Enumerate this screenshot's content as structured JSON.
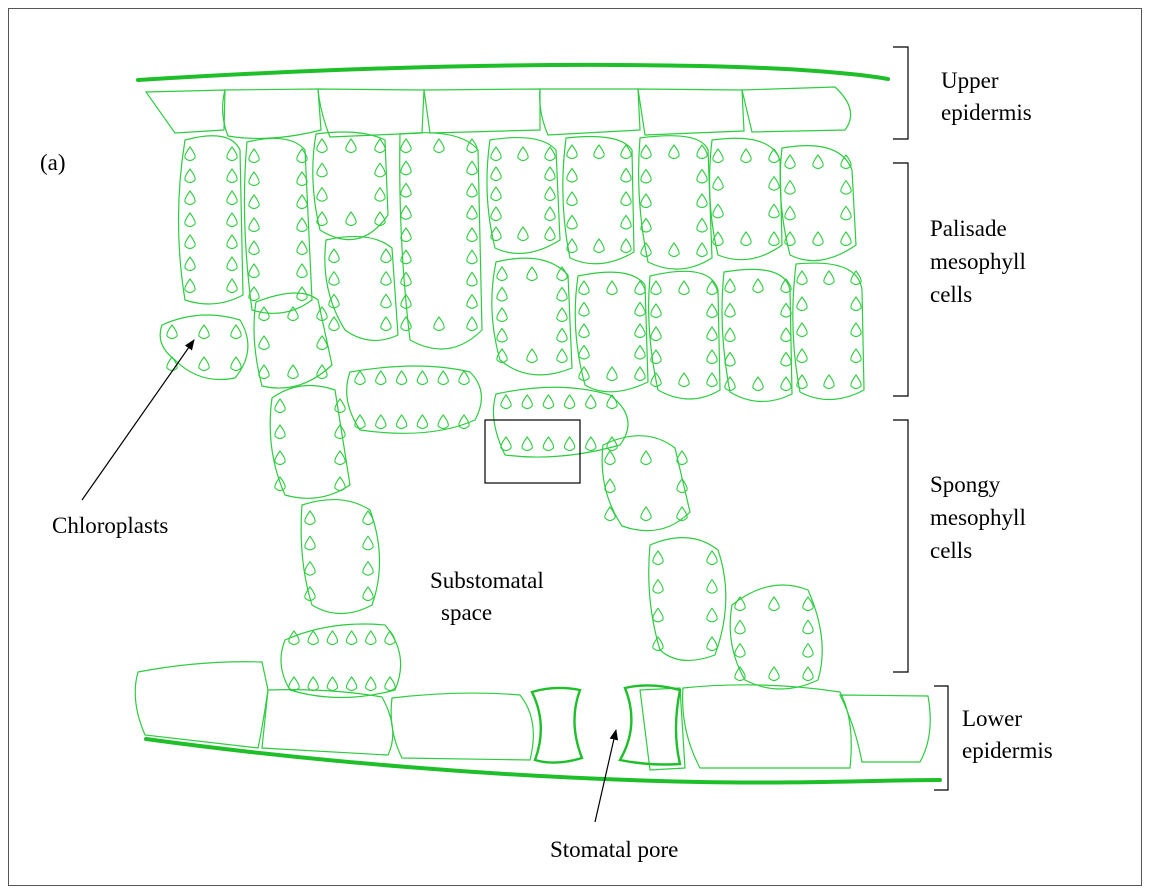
{
  "panel_label": "(a)",
  "labels": {
    "upper_epidermis": [
      "Upper",
      "epidermis"
    ],
    "palisade": [
      "Palisade",
      "mesophyll",
      "cells"
    ],
    "spongy": [
      "Spongy",
      "mesophyll",
      "cells"
    ],
    "lower_epidermis": [
      "Lower",
      "epidermis"
    ],
    "chloroplasts": "Chloroplasts",
    "substomatal": [
      "Substomatal",
      "space"
    ],
    "stomatal_pore": "Stomatal pore"
  },
  "colors": {
    "tissue": "#2ecc40",
    "outline": "#1fbf2a",
    "text": "#000000"
  }
}
